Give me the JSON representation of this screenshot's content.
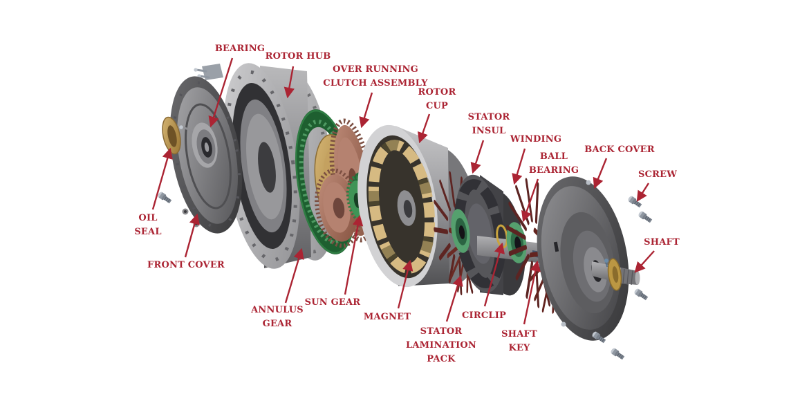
{
  "diagram": {
    "type": "exploded-view",
    "subject": "hub motor assembly",
    "background": "#ffffff",
    "label_color": "#ab2433",
    "labels": [
      {
        "id": "bearing",
        "lines": [
          "BEARING"
        ]
      },
      {
        "id": "rotor-hub",
        "lines": [
          "ROTOR HUB"
        ]
      },
      {
        "id": "over-running-clutch",
        "lines": [
          "OVER RUNNING",
          "CLUTCH ASSEMBLY"
        ]
      },
      {
        "id": "rotor-cup",
        "lines": [
          "ROTOR",
          "CUP"
        ]
      },
      {
        "id": "stator-insul",
        "lines": [
          "STATOR",
          "INSUL"
        ]
      },
      {
        "id": "winding",
        "lines": [
          "WINDING"
        ]
      },
      {
        "id": "ball-bearing",
        "lines": [
          "BALL",
          "BEARING"
        ]
      },
      {
        "id": "back-cover",
        "lines": [
          "BACK COVER"
        ]
      },
      {
        "id": "screw",
        "lines": [
          "SCREW"
        ]
      },
      {
        "id": "shaft",
        "lines": [
          "SHAFT"
        ]
      },
      {
        "id": "oil-seal",
        "lines": [
          "OIL",
          "SEAL"
        ]
      },
      {
        "id": "front-cover",
        "lines": [
          "FRONT COVER"
        ]
      },
      {
        "id": "annulus-gear",
        "lines": [
          "ANNULUS",
          "GEAR"
        ]
      },
      {
        "id": "sun-gear",
        "lines": [
          "SUN GEAR"
        ]
      },
      {
        "id": "magnet",
        "lines": [
          "MAGNET"
        ]
      },
      {
        "id": "stator-lamination-pack",
        "lines": [
          "STATOR",
          "LAMINATION",
          "PACK"
        ]
      },
      {
        "id": "circlip",
        "lines": [
          "CIRCLIP"
        ]
      },
      {
        "id": "shaft-key",
        "lines": [
          "SHAFT",
          "KEY"
        ]
      }
    ],
    "palette": {
      "metal_gray": "#9a9a9d",
      "dark_cover": "#3c3c3e",
      "green_gear": "#1e5f30",
      "copper_gear": "#a5705e",
      "brass_gold": "#c9a35c",
      "magnet_tan": "#d6ba82",
      "maroon_winding": "#5e2522",
      "screw_steel": "#8f97a1"
    }
  }
}
